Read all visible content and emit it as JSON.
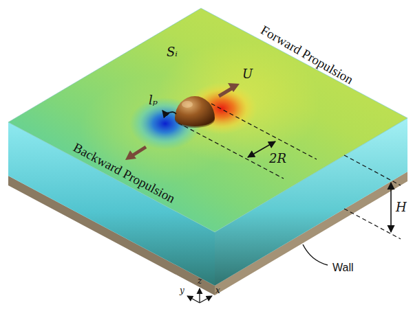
{
  "diagram": {
    "labels": [
      "Sᵢ",
      "Forward Propulsion",
      "U",
      "lₚ",
      "Backward Propulsion",
      "2R",
      "H",
      "Wall",
      "z",
      "y",
      "x"
    ]
  }
}
